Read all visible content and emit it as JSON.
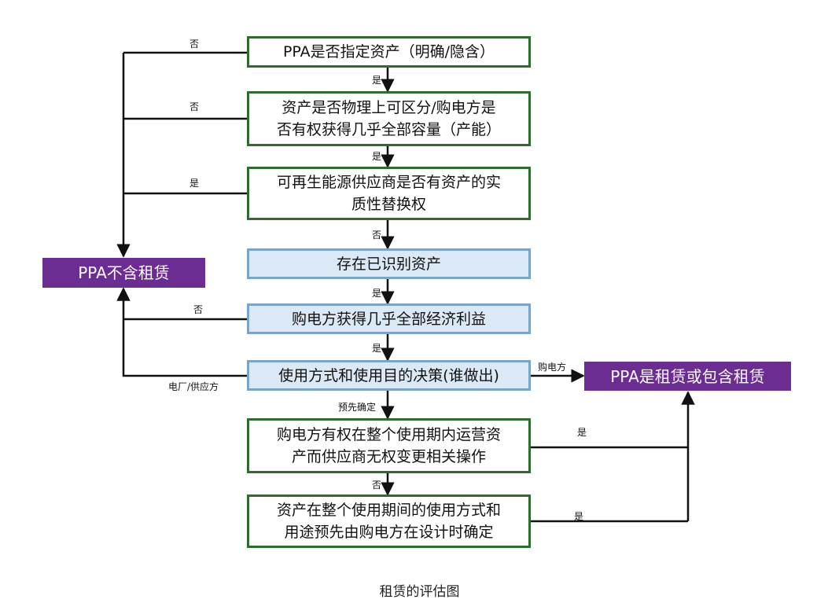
{
  "nodes": {
    "q1": "PPA是否指定资产（明确/隐含）",
    "q2": "资产是否物理上可区分/购电方是\n否有权获得几乎全部容量（产能）",
    "q3": "可再生能源供应商是否有资产的实\n质性替换权",
    "identified": "存在已识别资产",
    "q4": "购电方获得几乎全部经济利益",
    "q5": "使用方式和使用目的决策(谁做出)",
    "q6": "购电方有权在整个使用期内运营资\n产而供应商无权变更相关操作",
    "q7": "资产在整个使用期间的使用方式和\n用途预先由购电方在设计时确定",
    "no_lease": "PPA不含租赁",
    "lease": "PPA是租赁或包含租赁"
  },
  "edges": {
    "q1_no": "否",
    "q1_yes": "是",
    "q2_no": "否",
    "q2_yes": "是",
    "q3_yes": "是",
    "q3_no": "否",
    "identified_yes": "是",
    "q4_no": "否",
    "q4_yes": "是",
    "q5_supplier": "电厂/供应方",
    "q5_buyer": "购电方",
    "q5_predetermined": "预先确定",
    "q6_yes": "是",
    "q6_no": "否",
    "q7_yes": "是"
  },
  "caption": "租赁的评估图",
  "colors": {
    "green_border": "#2e6b2e",
    "blue_fill": "#dbe8f5",
    "blue_border": "#7ba4c8",
    "purple": "#6b2d91"
  }
}
